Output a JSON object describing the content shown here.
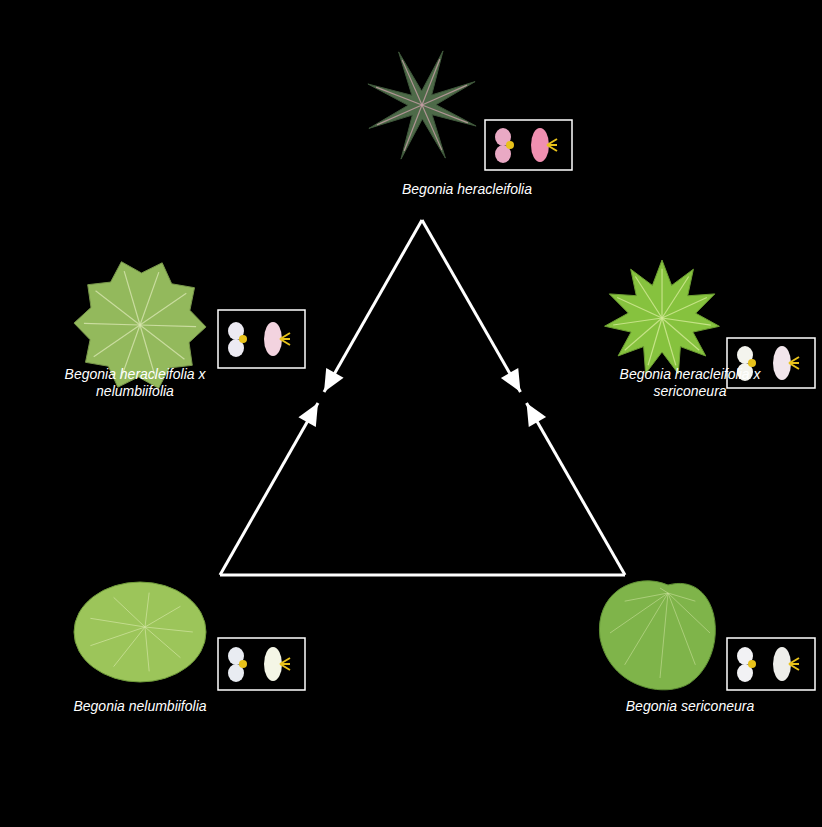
{
  "diagram": {
    "nodes": [
      {
        "text": [
          "Begonia heracleifolia"
        ]
      },
      {
        "text": [
          "Begonia heracleifolia x nelumbiifolia"
        ]
      },
      {
        "text": [
          "Begonia heracleifolia x sericoneura"
        ]
      },
      {
        "text": [
          "Begonia nelumbiifolia"
        ]
      },
      {
        "text": [
          "Begonia sericoneura"
        ]
      }
    ],
    "edges": [
      {
        "from": 0,
        "to": 1,
        "arrow": "to"
      },
      {
        "from": 3,
        "to": 1,
        "arrow": "to"
      },
      {
        "from": 0,
        "to": 2,
        "arrow": "to"
      },
      {
        "from": 4,
        "to": 2,
        "arrow": "to"
      },
      {
        "from": 3,
        "to": 4,
        "arrow": "none"
      }
    ]
  }
}
